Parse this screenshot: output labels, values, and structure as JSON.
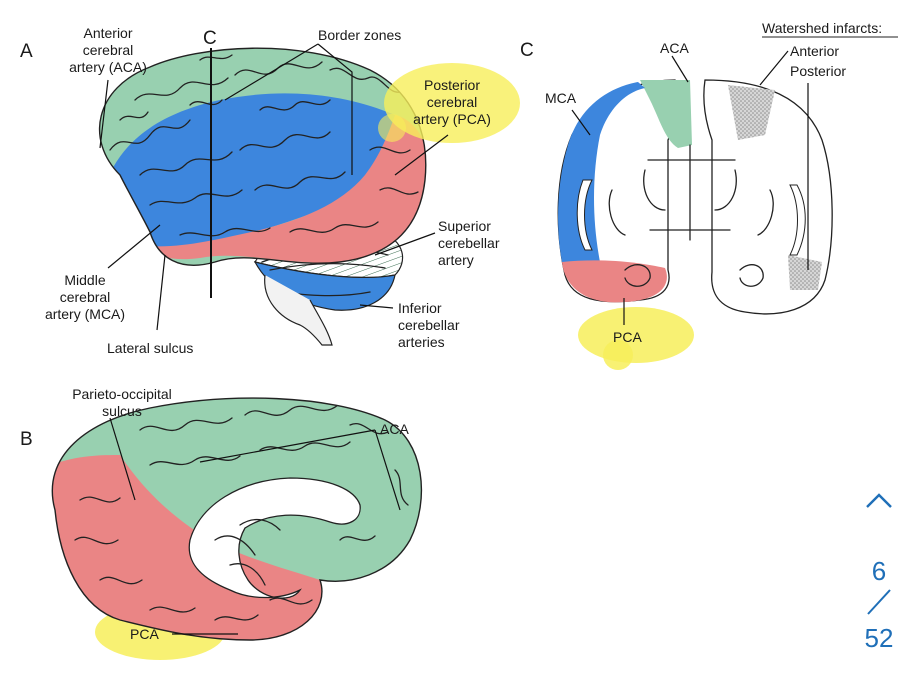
{
  "colors": {
    "aca": "#98d0b0",
    "mca": "#3d86dd",
    "pca": "#ea8585",
    "highlight": "#f7ef5a",
    "cerebellum_green": "#9fd2b2",
    "cerebellum_blue": "#3c87dc",
    "nav": "#1f6fb8"
  },
  "panel_a": {
    "letter": "A",
    "section_line_label": "C",
    "labels": {
      "aca": "Anterior\ncerebral\nartery (ACA)",
      "border_zones": "Border zones",
      "pca": "Posterior\ncerebral\nartery (PCA)",
      "superior_cerebellar": "Superior\ncerebellar\nartery",
      "inferior_cerebellar": "Inferior\ncerebellar\narteries",
      "mca": "Middle\ncerebral\nartery (MCA)",
      "lateral_sulcus": "Lateral sulcus"
    }
  },
  "panel_b": {
    "letter": "B",
    "labels": {
      "parieto_occipital": "Parieto-occipital\nsulcus",
      "aca": "ACA",
      "pca": "PCA"
    }
  },
  "panel_c": {
    "letter": "C",
    "labels": {
      "aca": "ACA",
      "mca": "MCA",
      "pca": "PCA",
      "watershed_title": "Watershed infarcts:",
      "anterior": "Anterior",
      "posterior": "Posterior"
    }
  },
  "nav": {
    "up_icon": "chevron-up-icon",
    "page": "6",
    "slash": "/",
    "total": "52"
  }
}
